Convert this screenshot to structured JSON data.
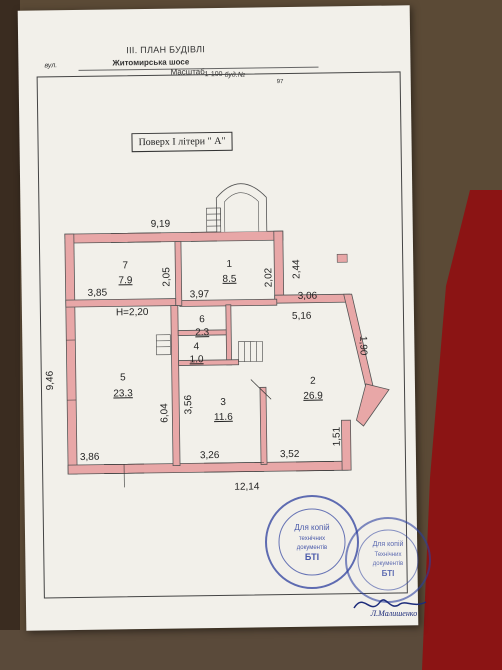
{
  "header": {
    "title": "ІІІ.   ПЛАН БУДІВЛІ",
    "street_label": "вул.",
    "street": "Житомирська шосе",
    "building_label": "буд.№",
    "building_number": "97",
    "scale_label": "Масштаб",
    "scale": "1-100"
  },
  "floor_label": "Поверх I літери \" А\"",
  "rooms": [
    {
      "number": "1",
      "area": "8.5"
    },
    {
      "number": "2",
      "area": "26.9"
    },
    {
      "number": "3",
      "area": "11.6"
    },
    {
      "number": "4",
      "area": "1.0"
    },
    {
      "number": "5",
      "area": "23.3"
    },
    {
      "number": "6",
      "area": "2.3"
    },
    {
      "number": "7",
      "area": "7.9"
    }
  ],
  "dimensions": {
    "top_width": "9,19",
    "left_height": "9,46",
    "bottom_width": "12,14",
    "room7_width": "3,85",
    "room7_height": "2,05",
    "room1_width": "3,97",
    "room1_height": "2,02",
    "porch": "2,44",
    "room2_top": "3,06",
    "room2_inner": "5,16",
    "room2_right": "1,90",
    "room2_right_low": "1,51",
    "room5_height": "6,04",
    "room3_height": "3,56",
    "ceiling_height": "Н=2,20",
    "room5_width": "3,86",
    "room3_width": "3,26",
    "room2_width": "3,52"
  },
  "stamp_left": {
    "line1": "Для копій",
    "line2": "технічних",
    "line3": "документів",
    "line4": "БТІ"
  },
  "stamp_right": {
    "line1": "Для копій",
    "line2": "Технічних",
    "line3": "документів",
    "line4": "БТІ",
    "signature": "Л.Малишенко"
  },
  "colors": {
    "wall": "#e8a7a7",
    "wall_stroke": "#555555",
    "ink": "#222222",
    "stamp_ink": "#2c3f9e",
    "paper": "#f2f0ea"
  }
}
